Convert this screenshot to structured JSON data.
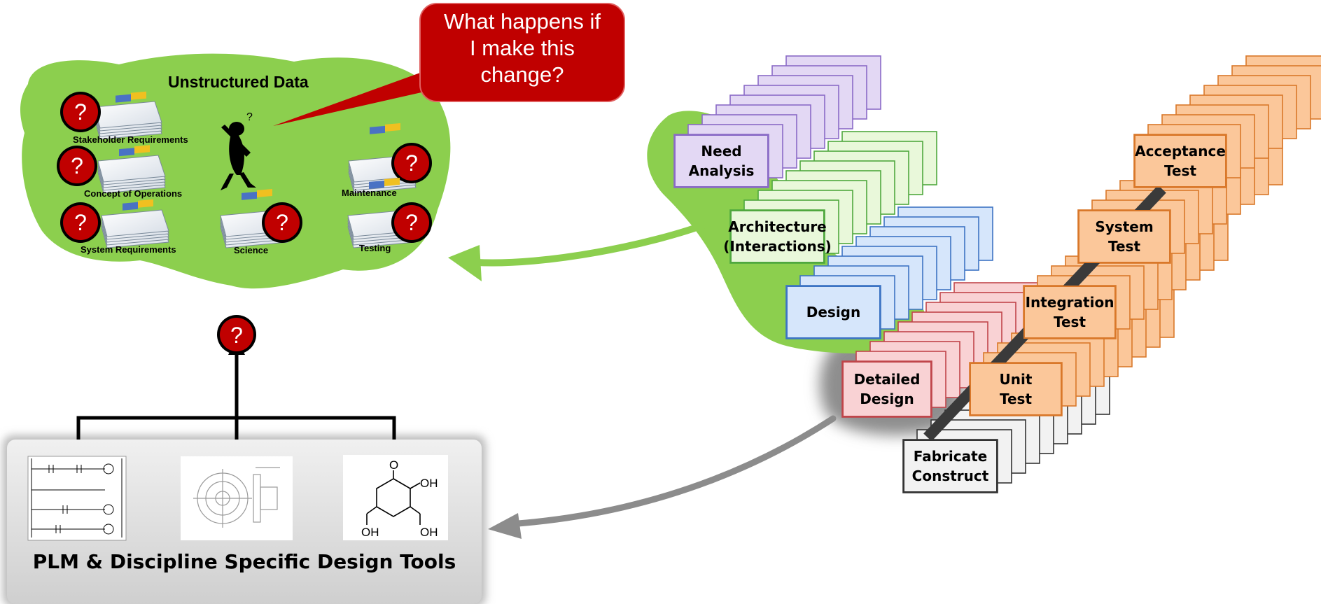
{
  "colors": {
    "cloud_green": "#8ccf4e",
    "speech_red": "#c00000",
    "purple_fill": "#e3d8f4",
    "purple_stroke": "#8a6bc6",
    "green_fill": "#e9f8da",
    "green_stroke": "#4fa83e",
    "blue_fill": "#d6e6fb",
    "blue_stroke": "#3d74c4",
    "pink_fill": "#f9d2d4",
    "pink_stroke": "#c0454a",
    "orange_fill": "#fbc79a",
    "orange_stroke": "#d9782a",
    "gray_fill": "#f2f2f2",
    "gray_stroke": "#333333",
    "arrow_green": "#8ccf4e",
    "arrow_gray": "#8c8c8c"
  },
  "unstructured": {
    "title": "Unstructured Data",
    "docs": [
      {
        "label": "Stakeholder Requirements",
        "icon": "document-stack-icon"
      },
      {
        "label": "Concept of Operations",
        "icon": "document-stack-icon"
      },
      {
        "label": "System Requirements",
        "icon": "document-stack-icon"
      },
      {
        "label": "Science",
        "icon": "document-stack-icon"
      },
      {
        "label": "Maintenance",
        "icon": "document-stack-icon"
      },
      {
        "label": "Testing",
        "icon": "document-stack-icon"
      }
    ],
    "question_mark": "?",
    "thinker_icon": "thinking-person-icon"
  },
  "speech_bubble": {
    "lines": [
      "What happens if",
      "I make this",
      "change?"
    ]
  },
  "tools": {
    "title": "PLM & Discipline Specific Design Tools",
    "thumbnails": [
      "ladder-logic-diagram-icon",
      "machine-drawing-icon",
      "chemical-structure-icon"
    ],
    "chem_labels": {
      "o": "O",
      "oh": "OH"
    }
  },
  "vee": {
    "left": [
      {
        "label": "Need\nAnalysis",
        "color": "purple"
      },
      {
        "label": "Architecture\n(Interactions)",
        "color": "green"
      },
      {
        "label": "Design",
        "color": "blue"
      },
      {
        "label": "Detailed\nDesign",
        "color": "pink"
      }
    ],
    "bottom": {
      "label": "Fabricate\nConstruct",
      "color": "gray"
    },
    "right": [
      {
        "label": "Unit\nTest",
        "color": "orange"
      },
      {
        "label": "Integration\nTest",
        "color": "orange"
      },
      {
        "label": "System\nTest",
        "color": "orange"
      },
      {
        "label": "Acceptance\nTest",
        "color": "orange"
      }
    ]
  }
}
